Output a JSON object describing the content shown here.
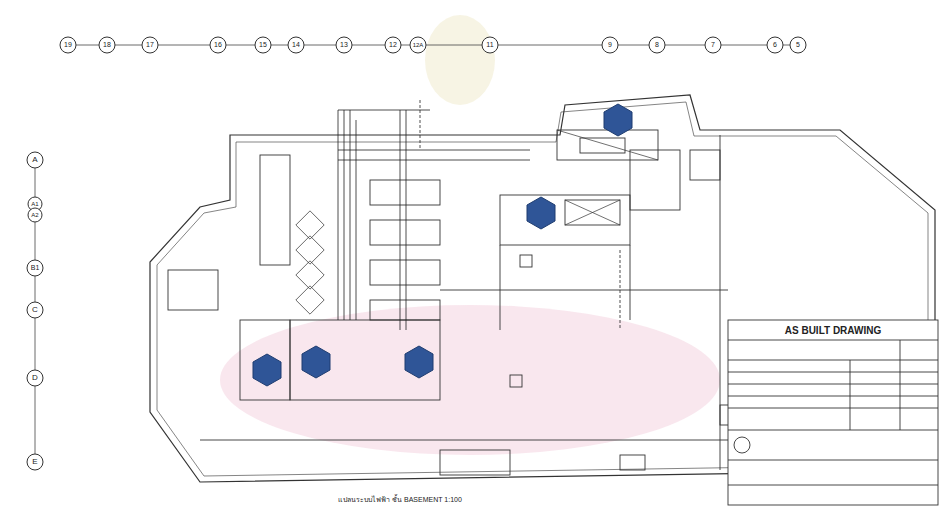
{
  "diagram": {
    "labels": [
      "19",
      "18",
      "17",
      "16",
      "15",
      "14",
      "13",
      "12",
      "12A",
      "11",
      "9",
      "8",
      "7",
      "6",
      "5",
      "A",
      "A1",
      "A2",
      "B1",
      "C",
      "D",
      "E",
      "AS BUILT DRAWING",
      "แปลนระบบไฟฟ้า ชั้น BASEMENT 1:100"
    ]
  }
}
